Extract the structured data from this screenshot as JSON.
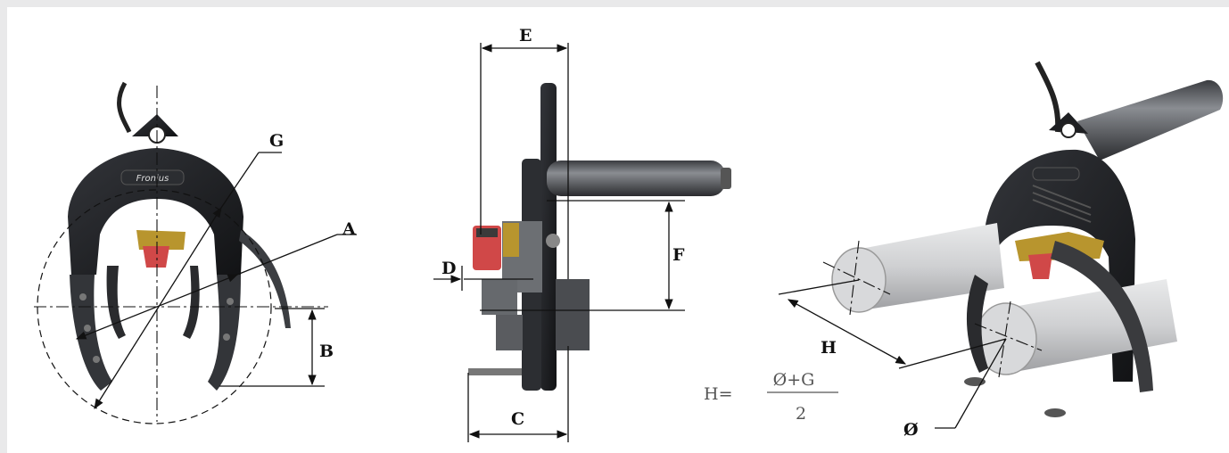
{
  "labels": {
    "a": "A",
    "b": "B",
    "c": "C",
    "d": "D",
    "e": "E",
    "f": "F",
    "g": "G",
    "h": "H",
    "diameter": "Ø"
  },
  "formula": {
    "lhs": "H=",
    "numerator": "Ø+G",
    "denominator": "2"
  },
  "brand": "Fronius",
  "colors": {
    "body": "#1e1f22",
    "accent": "#d04848",
    "gold": "#b8952e",
    "pipe": "#c9cacc"
  }
}
